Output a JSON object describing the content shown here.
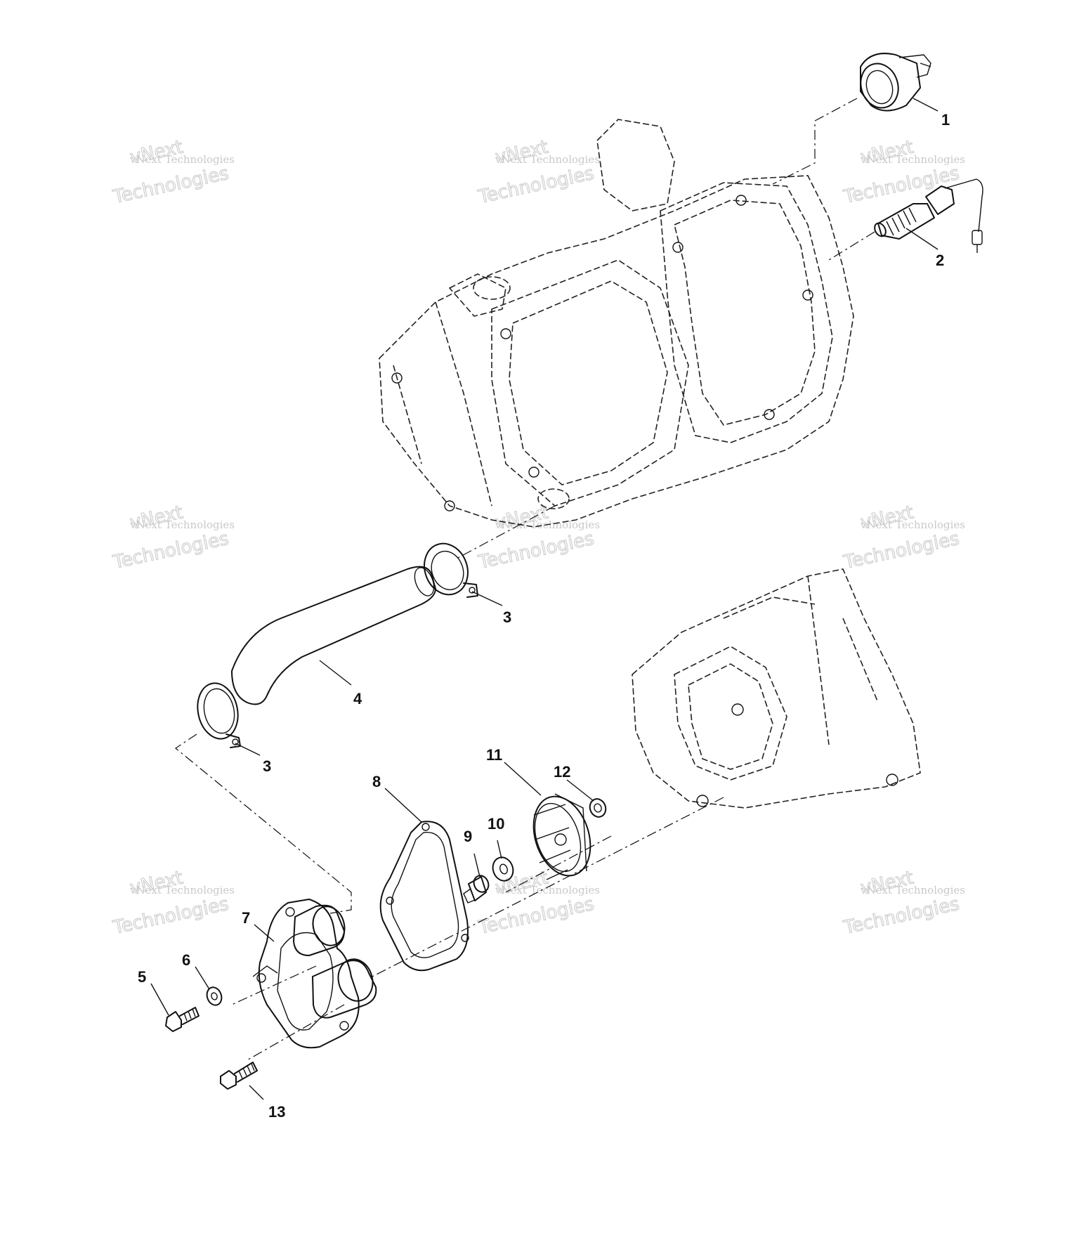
{
  "diagram": {
    "callouts": [
      {
        "id": "1",
        "label": "1"
      },
      {
        "id": "2",
        "label": "2"
      },
      {
        "id": "3a",
        "label": "3"
      },
      {
        "id": "3b",
        "label": "3"
      },
      {
        "id": "4",
        "label": "4"
      },
      {
        "id": "5",
        "label": "5"
      },
      {
        "id": "6",
        "label": "6"
      },
      {
        "id": "7",
        "label": "7"
      },
      {
        "id": "8",
        "label": "8"
      },
      {
        "id": "9",
        "label": "9"
      },
      {
        "id": "10",
        "label": "10"
      },
      {
        "id": "11",
        "label": "11"
      },
      {
        "id": "12",
        "label": "12"
      },
      {
        "id": "13",
        "label": "13"
      }
    ],
    "watermark": {
      "line1": "vNext Technologies",
      "word1": "vNext",
      "word2": "Technologies"
    }
  }
}
